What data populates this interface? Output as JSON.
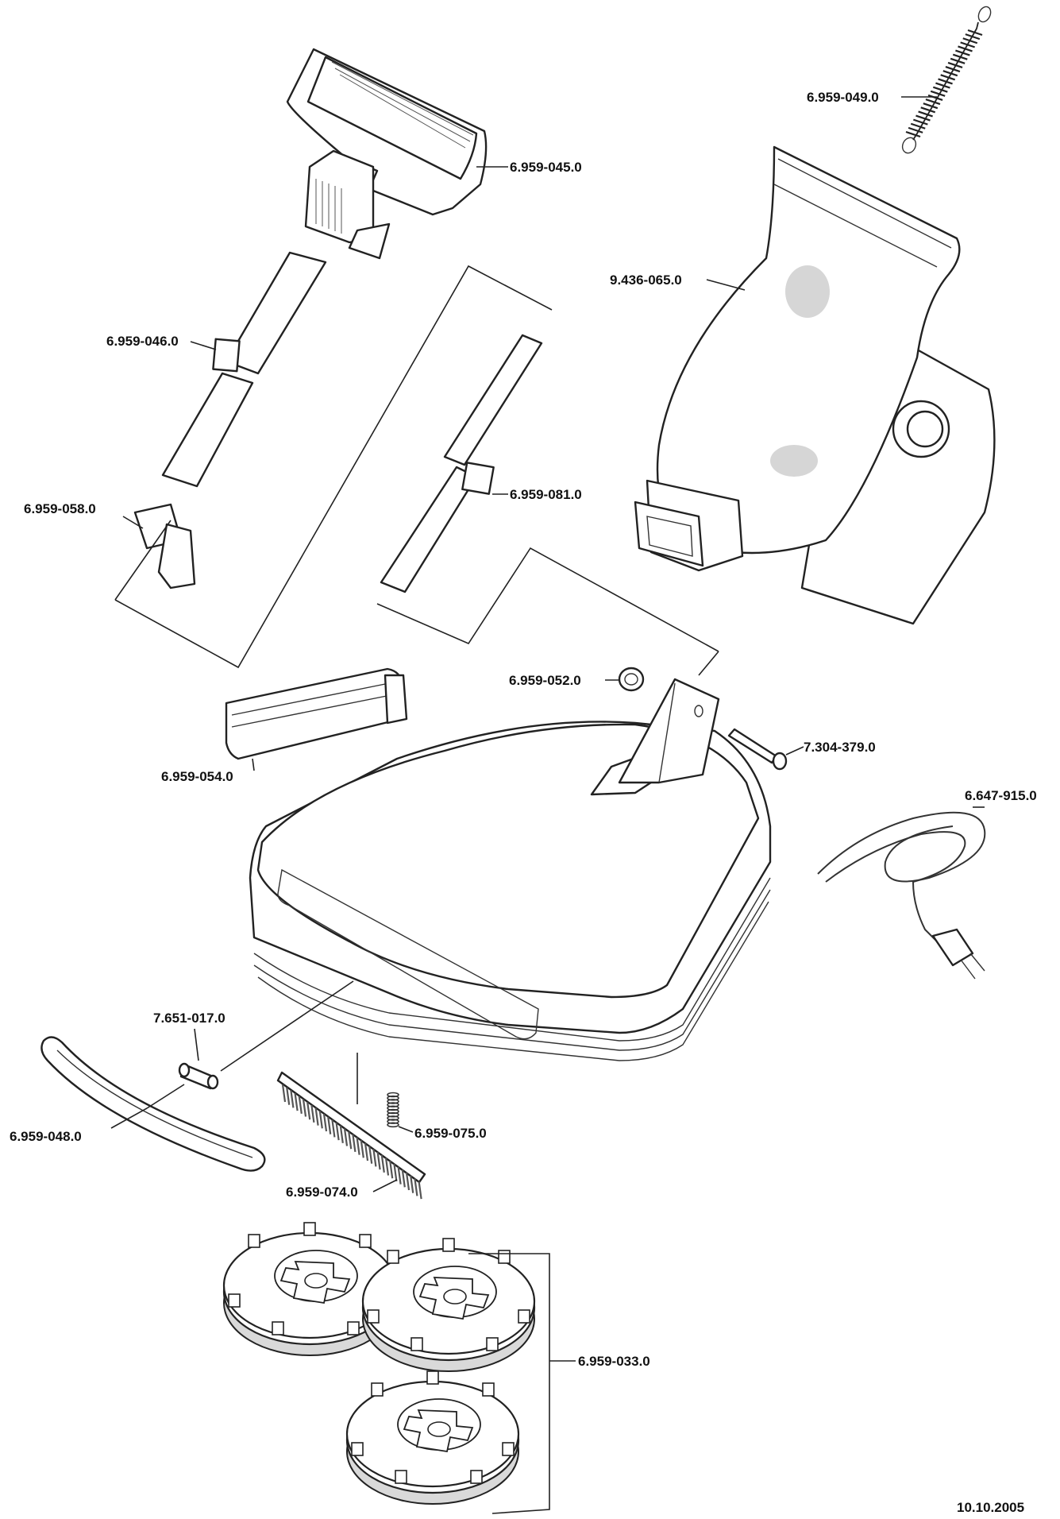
{
  "parts": [
    {
      "id": "spring",
      "label": "6.959-049.0"
    },
    {
      "id": "handle-grip",
      "label": "6.959-045.0"
    },
    {
      "id": "dust-bag",
      "label": "9.436-065.0"
    },
    {
      "id": "upper-tube",
      "label": "6.959-046.0"
    },
    {
      "id": "lower-tube",
      "label": "6.959-081.0"
    },
    {
      "id": "clip",
      "label": "6.959-058.0"
    },
    {
      "id": "knob",
      "label": "6.959-052.0"
    },
    {
      "id": "pedal",
      "label": "6.959-054.0"
    },
    {
      "id": "screw",
      "label": "7.304-379.0"
    },
    {
      "id": "power-cord",
      "label": "6.647-915.0"
    },
    {
      "id": "lamp",
      "label": "7.651-017.0"
    },
    {
      "id": "brush-spring",
      "label": "6.959-075.0"
    },
    {
      "id": "bumper",
      "label": "6.959-048.0"
    },
    {
      "id": "brush-strip",
      "label": "6.959-074.0"
    },
    {
      "id": "brush-discs",
      "label": "6.959-033.0"
    }
  ],
  "date": "10.10.2005"
}
